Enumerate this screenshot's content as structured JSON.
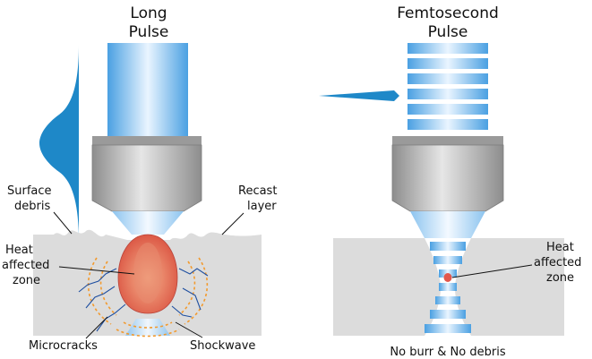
{
  "left": {
    "title_line1": "Long",
    "title_line2": "Pulse",
    "labels": {
      "surface_debris_1": "Surface",
      "surface_debris_2": "debris",
      "recast_1": "Recast",
      "recast_2": "layer",
      "haz_1": "Heat",
      "haz_2": "affected",
      "haz_3": "zone",
      "microcracks": "Microcracks",
      "shockwave": "Shockwave"
    }
  },
  "right": {
    "title_line1": "Femtosecond",
    "title_line2": "Pulse",
    "labels": {
      "haz_1": "Heat",
      "haz_2": "affected",
      "haz_3": "zone",
      "caption": "No burr & No debris"
    }
  },
  "colors": {
    "pulse_blue": "#1e88c8",
    "beam_blue": "#5aa9e6",
    "material_gray": "#dcdcdc",
    "haz_red": "#e2574c",
    "shockwave_orange": "#f29a2e",
    "crack_blue": "#1f4fa0"
  }
}
